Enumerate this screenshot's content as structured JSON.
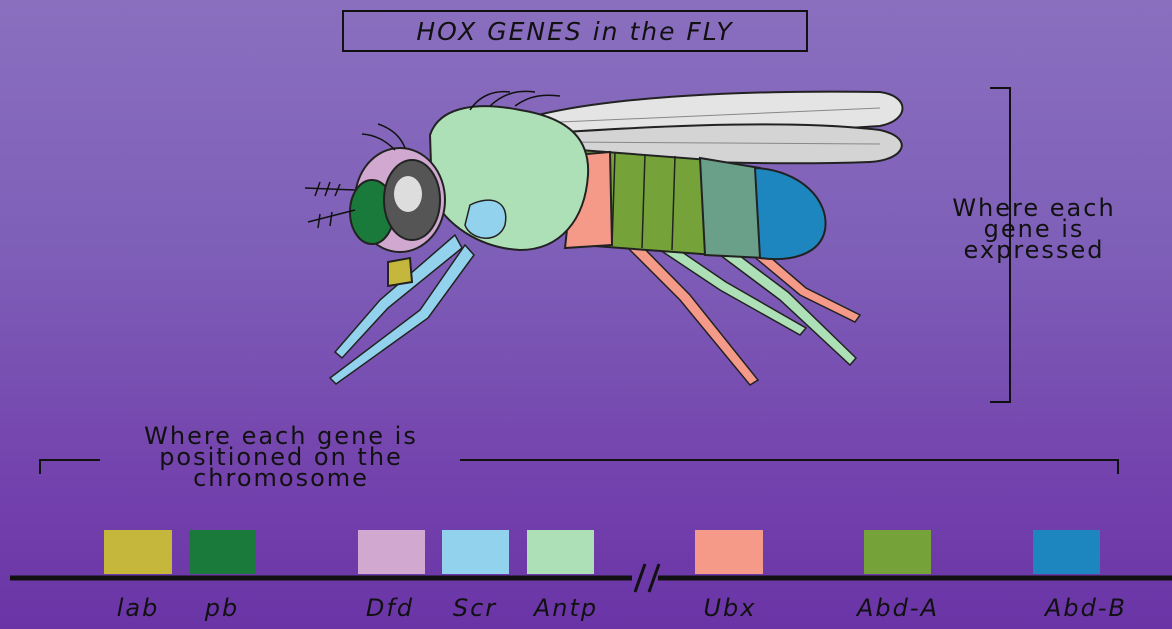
{
  "title": "HOX GENES in the FLY",
  "expression_label": "Where each gene is expressed",
  "chromosome_label": "Where each gene is positioned on the chromosome",
  "genes": [
    {
      "name": "lab",
      "color": "#c4b73b"
    },
    {
      "name": "pb",
      "color": "#1a7a3c"
    },
    {
      "name": "Dfd",
      "color": "#d0a8d0"
    },
    {
      "name": "Scr",
      "color": "#93d2ec"
    },
    {
      "name": "Antp",
      "color": "#ade0b6"
    },
    {
      "name": "Ubx",
      "color": "#f59a88"
    },
    {
      "name": "Abd-A",
      "color": "#75a33a"
    },
    {
      "name": "Abd-B",
      "color": "#1e86bf"
    }
  ]
}
